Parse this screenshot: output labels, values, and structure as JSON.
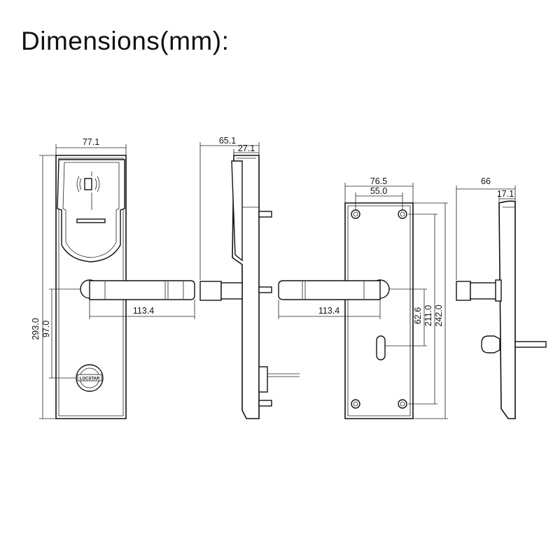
{
  "title": "Dimensions(mm):",
  "front_view": {
    "width": "77.1",
    "height_total": "293.0",
    "height_lower": "97.0",
    "handle_length": "113.4",
    "brand_mark": "LOCSTAR"
  },
  "side_view_1": {
    "depth_total": "65.1",
    "depth_plate": "27.1"
  },
  "back_view": {
    "width": "76.5",
    "hole_spacing": "55.0",
    "handle_length": "113.4",
    "dim_a": "62.6",
    "dim_b": "211.0",
    "dim_c": "242.0"
  },
  "side_view_2": {
    "depth_total": "66",
    "depth_plate": "17.1"
  }
}
